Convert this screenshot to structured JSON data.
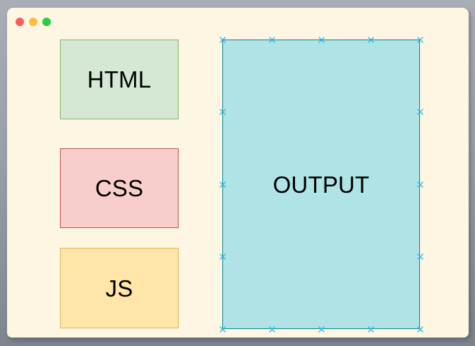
{
  "window": {
    "title": "",
    "background_color": "#fdf6e3",
    "desktop_background_top": "#a9aeb6",
    "desktop_background_bottom": "#7e858e",
    "controls": [
      {
        "name": "close",
        "color": "#f95e57"
      },
      {
        "name": "minimize",
        "color": "#fcbe40"
      },
      {
        "name": "maximize",
        "color": "#2ecc40"
      }
    ]
  },
  "canvas": {
    "boxes": [
      {
        "id": "html",
        "label": "HTML",
        "fill": "#d5e8d4",
        "stroke": "#82b366",
        "selected": false
      },
      {
        "id": "css",
        "label": "CSS",
        "fill": "#f8cecc",
        "stroke": "#b85450",
        "selected": false
      },
      {
        "id": "js",
        "label": "JS",
        "fill": "#ffe6a8",
        "stroke": "#d6b656",
        "selected": false
      },
      {
        "id": "output",
        "label": "OUTPUT",
        "fill": "#b0e3e6",
        "stroke": "#0e8088",
        "selected": true
      }
    ],
    "selection": {
      "handle_color": "#29b6e8",
      "handle_glyph": "x-cross",
      "handles_per_edge": 5
    }
  }
}
